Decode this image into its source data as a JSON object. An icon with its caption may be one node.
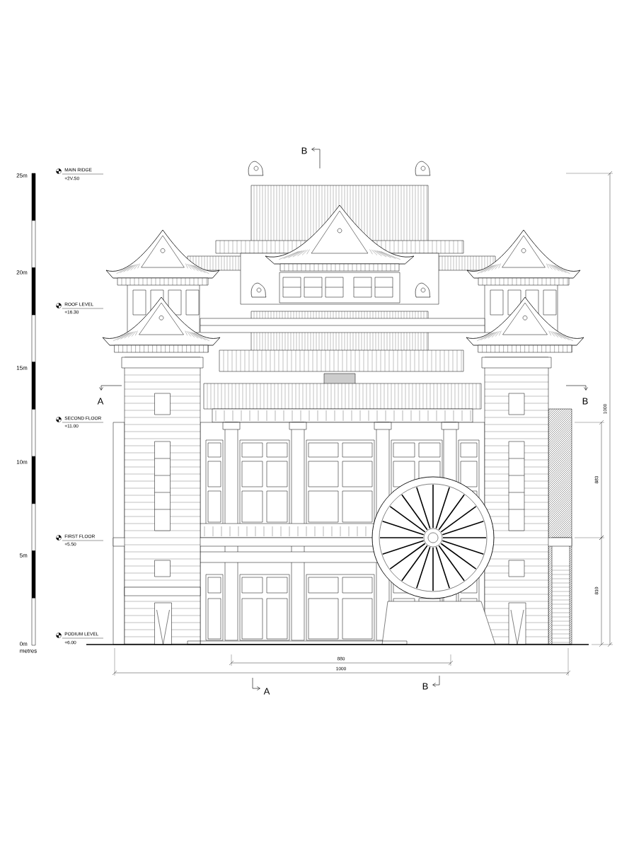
{
  "diagram": {
    "labels": [
      "B",
      "MAIN RIDGE",
      "+2V.S0",
      "25m",
      "20m",
      "ROOF LEVEL",
      "+16.30",
      "15m",
      "A",
      "B",
      "SECOND FLOOR",
      "+11.00",
      "10m",
      "1000",
      "883",
      "FIRST FLOOR",
      "+5.50",
      "5m",
      "810",
      "PODIUM LEVEL",
      "+6.00",
      "0m",
      "metres",
      "880",
      "1000",
      "A",
      "B"
    ]
  }
}
